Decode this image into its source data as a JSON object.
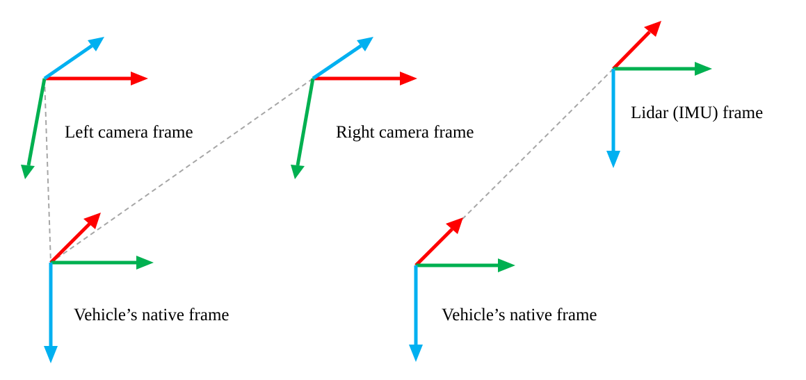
{
  "colors": {
    "x_axis": "#fe0000",
    "y_axis": "#00b050",
    "z_axis": "#00b0f0",
    "link": "#a6a6a6"
  },
  "frames": [
    {
      "id": "left-camera-frame",
      "label": "Left camera frame"
    },
    {
      "id": "right-camera-frame",
      "label": "Right camera frame"
    },
    {
      "id": "lidar-imu-frame",
      "label": "Lidar (IMU) frame"
    },
    {
      "id": "vehicle-native-frame-left",
      "label": "Vehicle’s native frame"
    },
    {
      "id": "vehicle-native-frame-right",
      "label": "Vehicle’s native frame"
    }
  ]
}
